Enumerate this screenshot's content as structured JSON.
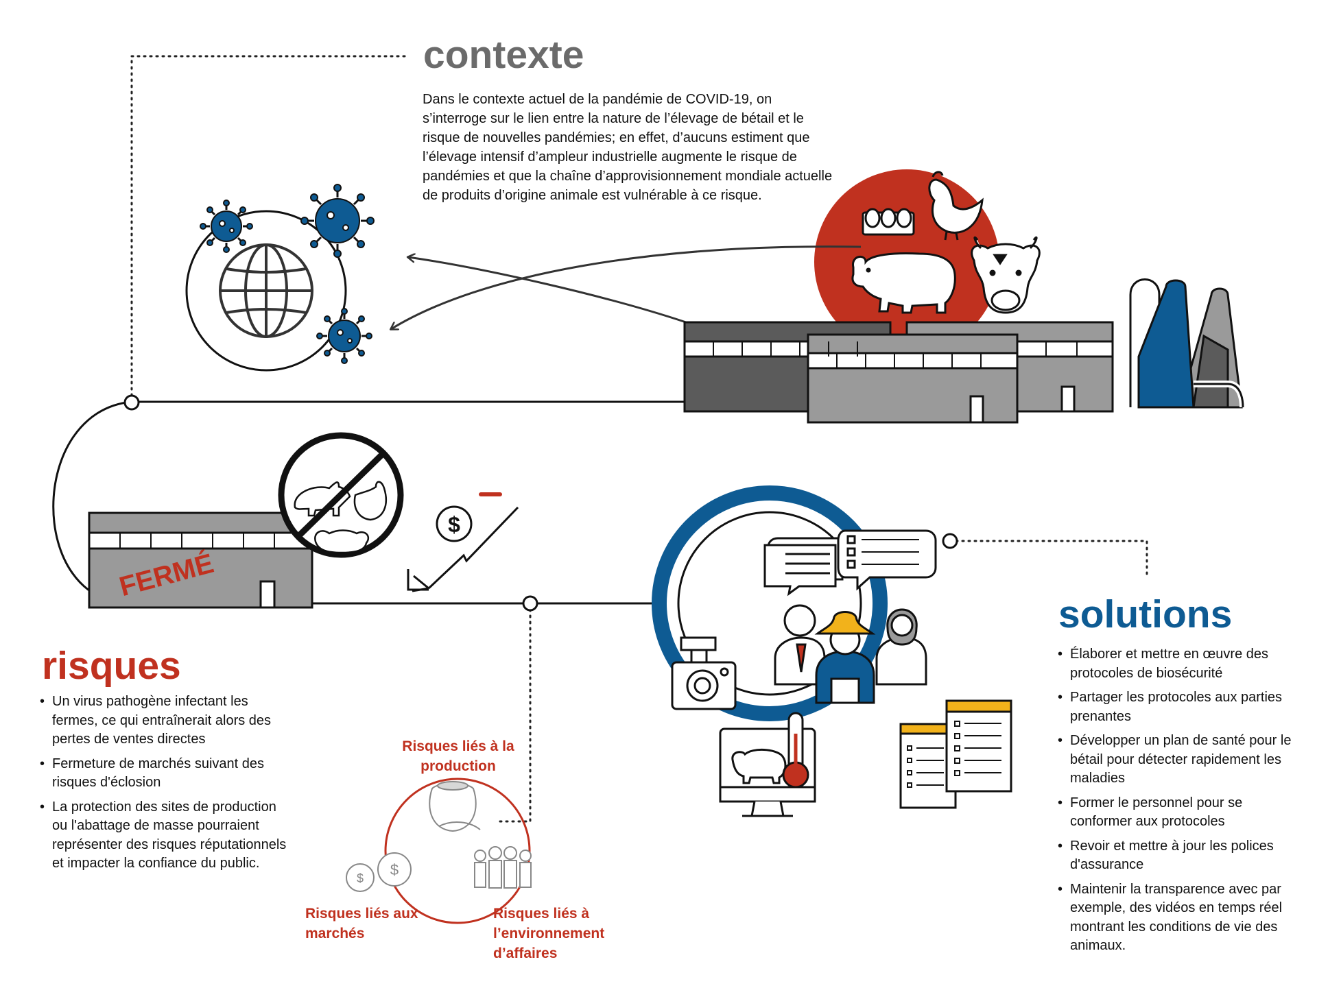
{
  "contexte": {
    "title": "contexte",
    "body": "Dans le contexte actuel de la pandémie de COVID-19, on s’interroge sur le lien entre la nature de l’élevage de bétail et le risque de nouvelles pandémies; en effet, d’aucuns estiment que l’élevage intensif d’ampleur industrielle augmente le risque de pandémies et que la chaîne d’approvisionnement mondiale actuelle de produits d’origine animale est vulnérable à ce risque."
  },
  "risques": {
    "title": "risques",
    "items": [
      "Un virus pathogène infectant les fermes, ce qui entraînerait alors des pertes de ventes directes",
      "Fermeture de marchés suivant des risques d'éclosion",
      "La protection des sites de production ou l'abattage de masse pourraient représenter des risques réputationnels et impacter la confiance du public."
    ],
    "subcategories": {
      "production": "Risques liés à la production",
      "marches": "Risques liés aux marchés",
      "environnement": "Risques liés à l’environnement d’affaires"
    }
  },
  "solutions": {
    "title": "solutions",
    "items": [
      "Élaborer et mettre en œuvre des protocoles de biosécurité",
      "Partager les protocoles aux parties prenantes",
      "Développer un plan de santé pour le bétail pour détecter rapidement les maladies",
      "Former le personnel pour se conformer aux protocoles",
      "Revoir et mettre à jour les polices d'assurance",
      "Maintenir la transparence avec par exemple, des vidéos en temps réel montrant les conditions de vie des animaux."
    ]
  },
  "farm": {
    "closed_label": "FERMÉ"
  },
  "colors": {
    "red": "#c0311f",
    "blue": "#0e5b93",
    "dark_gray": "#5b5b5b",
    "mid_gray": "#9a9a9a",
    "light_gray": "#bdbdbd",
    "yellow": "#f2b21b"
  },
  "icons": [
    "globe-icon",
    "virus-icon",
    "chicken-icon",
    "pig-icon",
    "cow-icon",
    "eggs-icon",
    "factory-icon",
    "no-livestock-icon",
    "dollar-down-icon",
    "grain-sack-icon",
    "gears-dollar-icon",
    "people-icon",
    "speech-bubble-icon",
    "checklist-icon",
    "camera-icon",
    "monitor-thermometer-icon",
    "documents-icon"
  ]
}
